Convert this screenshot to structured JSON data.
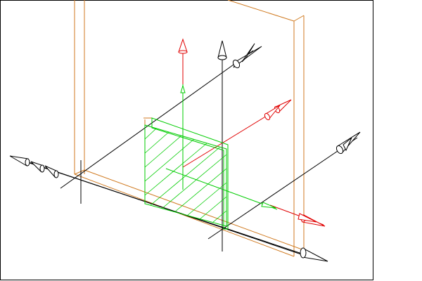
{
  "viewport": {
    "background": "#ffffff",
    "border_color": "#000000"
  },
  "colors": {
    "axis": "#000000",
    "highlight_axis": "#e00000",
    "selected_face": "#00cc00",
    "wall_edges": "#d07a20",
    "hatch": "#00cc00"
  },
  "objects": [
    {
      "name": "wall-panel",
      "kind": "box-outline"
    },
    {
      "name": "selected-plate",
      "kind": "hatched-face"
    },
    {
      "name": "coordinate-axes",
      "kind": "axis-triads"
    }
  ]
}
